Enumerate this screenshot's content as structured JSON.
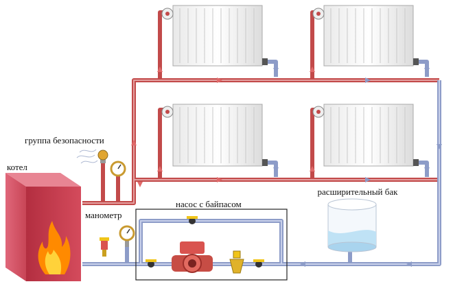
{
  "labels": {
    "safety_group": "группа безопасности",
    "boiler": "котел",
    "manometer": "манометр",
    "pump": "насос с байпасом",
    "tank": "расширительный бак"
  },
  "colors": {
    "hot_pipe": "#c24a4a",
    "cold_pipe": "#8d9cc8",
    "boiler": "#c0394c",
    "flame": "#ff8a00",
    "pump": "#d9534f",
    "valve_handle": "#f0c419",
    "tank_water": "#bfe2f5"
  },
  "icons": {
    "radiator": "radiator-icon",
    "boiler": "boiler-icon",
    "pump": "pump-icon",
    "manometer": "pressure-gauge-icon",
    "tank": "expansion-tank-icon",
    "valve": "ball-valve-icon",
    "flow": "flow-arrow-icon"
  }
}
